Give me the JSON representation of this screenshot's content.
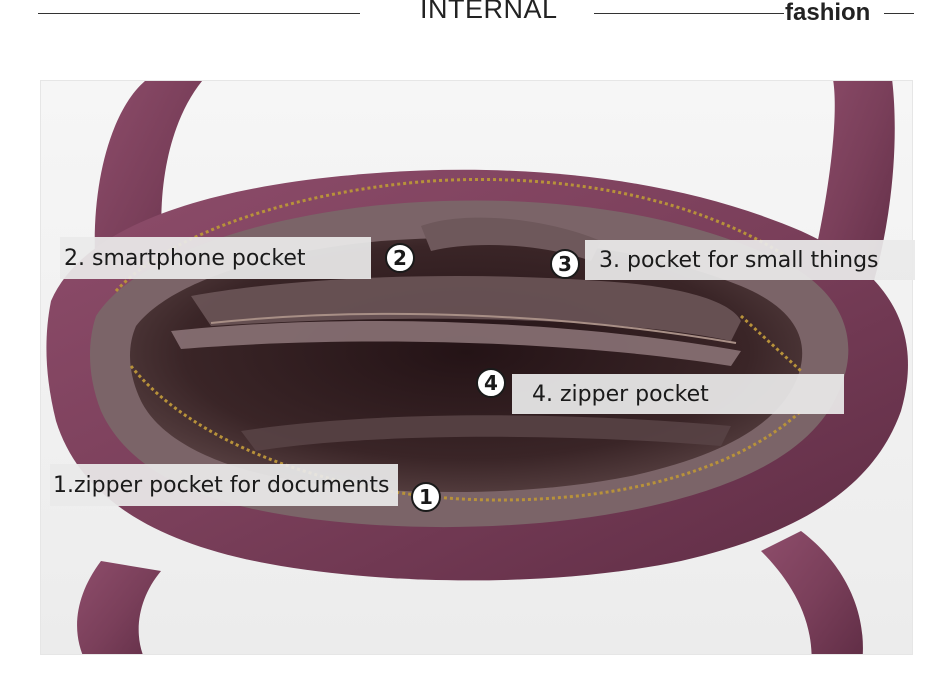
{
  "header": {
    "title": "INTERNAL",
    "tagline": "fashion"
  },
  "photo": {
    "subject": "purple-handbag-interior"
  },
  "callouts": [
    {
      "number": "2",
      "label": "2. smartphone pocket"
    },
    {
      "number": "3",
      "label": "3. pocket for small things"
    },
    {
      "number": "4",
      "label": "4. zipper pocket"
    },
    {
      "number": "1",
      "label": "1.zipper pocket for documents"
    }
  ],
  "colors": {
    "leather": "#7a3f5a",
    "leather_dark": "#5a2a41",
    "lining": "#2a1a1c",
    "zipper": "#b8923a",
    "callout_bg": "#eaeaea"
  }
}
